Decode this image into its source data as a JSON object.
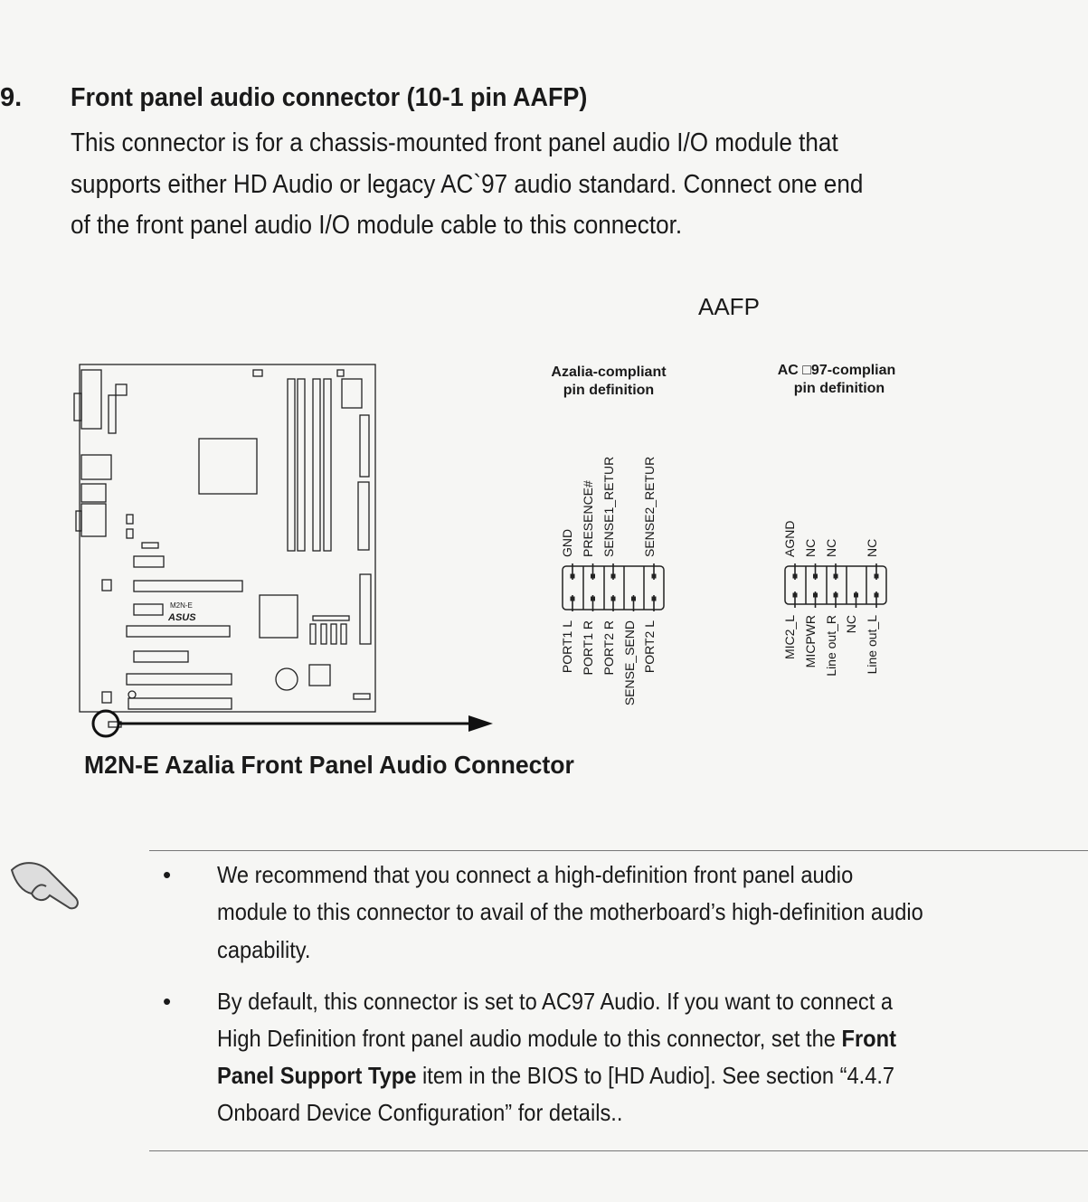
{
  "section": {
    "number": "9.",
    "title": "Front panel audio connector (10-1 pin AAFP)",
    "body_lines": [
      "This connector is for a chassis-mounted front panel audio I/O module that",
      "supports either HD Audio or legacy AC`97 audio standard. Connect one end",
      "of the front panel audio I/O module cable to this connector."
    ]
  },
  "diagram": {
    "connector_label": "AAFP",
    "board_model": "M2N-E",
    "board_logo": "ASUS",
    "caption": "M2N-E Azalia Front Panel Audio Connector",
    "azalia": {
      "title_lines": [
        "Azalia-compliant",
        "pin definition"
      ],
      "top_pins": [
        "GND",
        "PRESENCE#",
        "SENSE1_RETUR",
        "",
        "SENSE2_RETUR"
      ],
      "bottom_pins": [
        "PORT1 L",
        "PORT1 R",
        "PORT2 R",
        "SENSE_SEND",
        "PORT2 L"
      ]
    },
    "ac97": {
      "title_lines": [
        "AC □97-complian",
        "pin definition"
      ],
      "top_pins": [
        "AGND",
        "NC",
        "NC",
        "",
        "NC"
      ],
      "bottom_pins": [
        "MIC2_L",
        "MICPWR",
        "Line out_R",
        "NC",
        "Line out_L"
      ]
    }
  },
  "notes": {
    "icon": "pointing-hand-icon",
    "bullet": "•",
    "note1_lines": [
      "We recommend that you connect a high-definition front panel audio",
      "module to this connector to avail of the motherboard’s high-definition audio",
      "capability."
    ],
    "note2_lines": [
      "By default, this connector is set to AC97 Audio. If you want to connect a",
      "High Definition front panel audio module to this connector, set the "
    ],
    "note2_bold1": "Front",
    "note2_bold2": "Panel Support Type",
    "note2_line3_rest": " item in the BIOS to [HD Audio]. See section “4.4.7",
    "note2_line4": "Onboard Device Configuration” for details.."
  }
}
